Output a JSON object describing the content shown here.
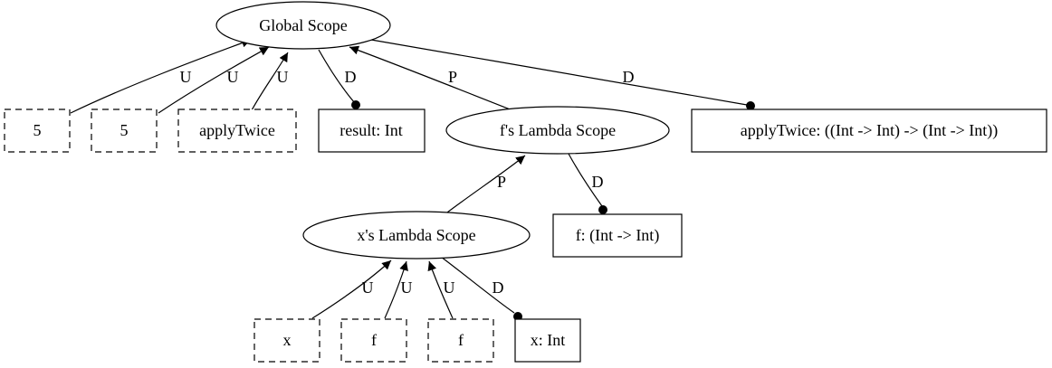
{
  "nodes": {
    "global_scope": "Global Scope",
    "use_5_a": "5",
    "use_5_b": "5",
    "use_applytwice": "applyTwice",
    "decl_result": "result: Int",
    "f_lambda_scope": "f's Lambda Scope",
    "decl_applytwice": "applyTwice: ((Int -> Int) -> (Int -> Int))",
    "x_lambda_scope": "x's Lambda Scope",
    "decl_f": "f: (Int -> Int)",
    "use_x": "x",
    "use_f_a": "f",
    "use_f_b": "f",
    "decl_x": "x: Int"
  },
  "edges": {
    "u1": "U",
    "u2": "U",
    "u3": "U",
    "d_result": "D",
    "p_f_scope": "P",
    "d_applytwice": "D",
    "p_x_scope": "P",
    "d_f": "D",
    "u_x": "U",
    "u_f_a": "U",
    "u_f_b": "U",
    "d_x": "D"
  }
}
